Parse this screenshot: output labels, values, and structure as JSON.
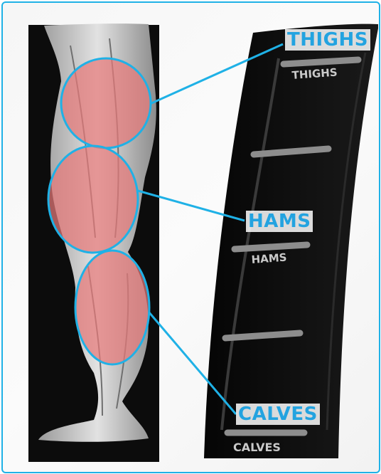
{
  "callouts": {
    "thighs": "THIGHS",
    "hams": "HAMS",
    "calves": "CALVES"
  },
  "pad_labels": {
    "thighs": "THIGHS",
    "hams": "HAMS",
    "calves": "CALVES"
  },
  "colors": {
    "accent": "#1fb1e6",
    "muscle_highlight": "#e67878",
    "pad": "#0d0d0d",
    "pad_label": "#c9c9c9"
  }
}
